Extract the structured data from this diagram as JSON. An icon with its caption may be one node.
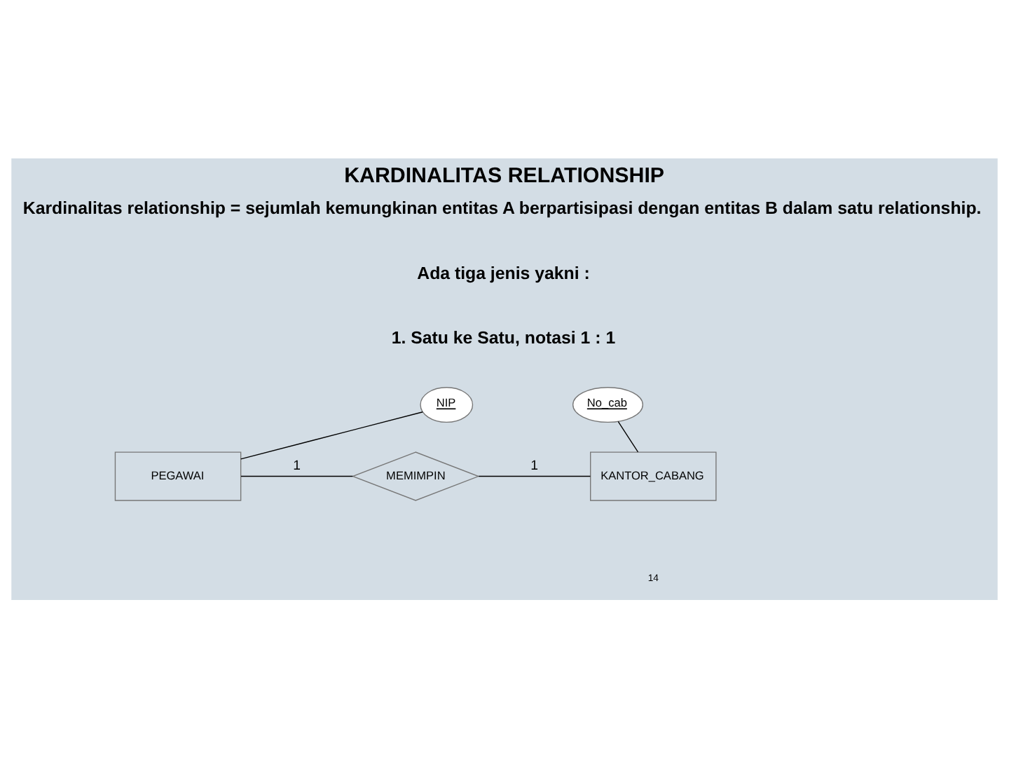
{
  "diagram": {
    "title": "KARDINALITAS RELATIONSHIP",
    "nodes": [
      {
        "text": [
          "NIP"
        ]
      },
      {
        "text": [
          "No_cab"
        ]
      },
      {
        "text": [
          "PEGAWAI"
        ]
      },
      {
        "text": [
          "MEMIMPIN"
        ]
      },
      {
        "text": [
          "KANTOR_CABANG"
        ]
      }
    ],
    "edges": [
      {
        "from": 0,
        "to": 2,
        "arrow": "none"
      },
      {
        "from": 1,
        "to": 4,
        "arrow": "none"
      },
      {
        "from": 2,
        "to": 3,
        "arrow": "none",
        "label": "1"
      },
      {
        "from": 3,
        "to": 4,
        "arrow": "none",
        "label": "1"
      }
    ],
    "labels": [
      "Kardinalitas relationship = sejumlah kemungkinan entitas A berpartisipasi dengan entitas B dalam satu relationship.",
      "Ada tiga jenis yakni :",
      "1. Satu ke Satu, notasi 1 : 1",
      "14"
    ]
  }
}
